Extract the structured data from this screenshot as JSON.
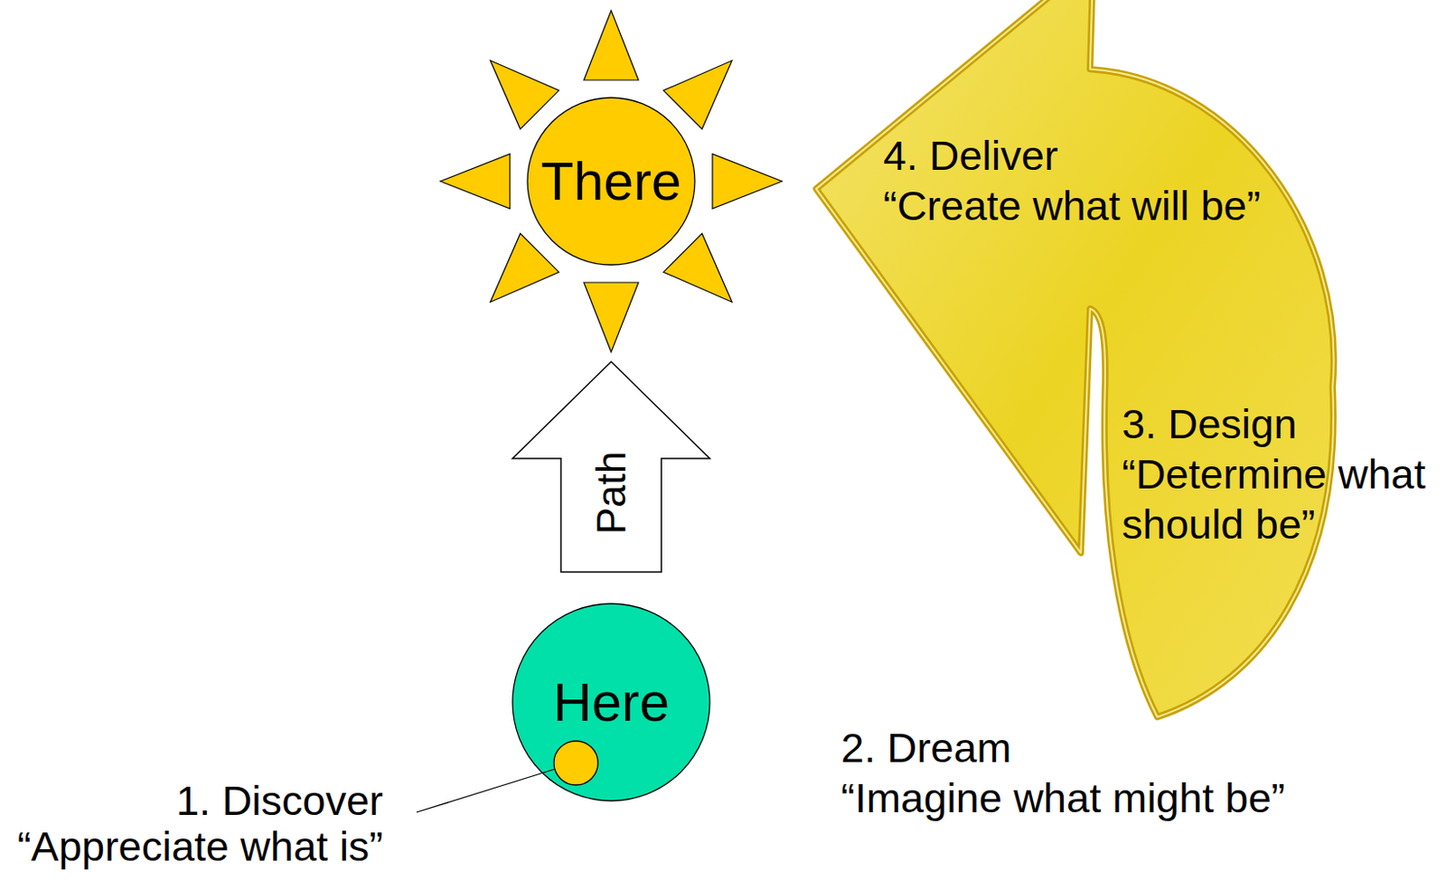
{
  "diagram": {
    "nodes": [
      {
        "text": [
          "There"
        ]
      },
      {
        "text": [
          "Here"
        ]
      }
    ],
    "edges": [
      {
        "from": 1,
        "to": 0,
        "arrow": "to",
        "label": "Path"
      }
    ],
    "labels": [
      "4. Deliver",
      "“Create what will be”",
      "3. Design",
      "“Determine what should be”",
      "2. Dream",
      "“Imagine what might be”",
      "1. Discover",
      "“Appreciate what is”"
    ]
  }
}
